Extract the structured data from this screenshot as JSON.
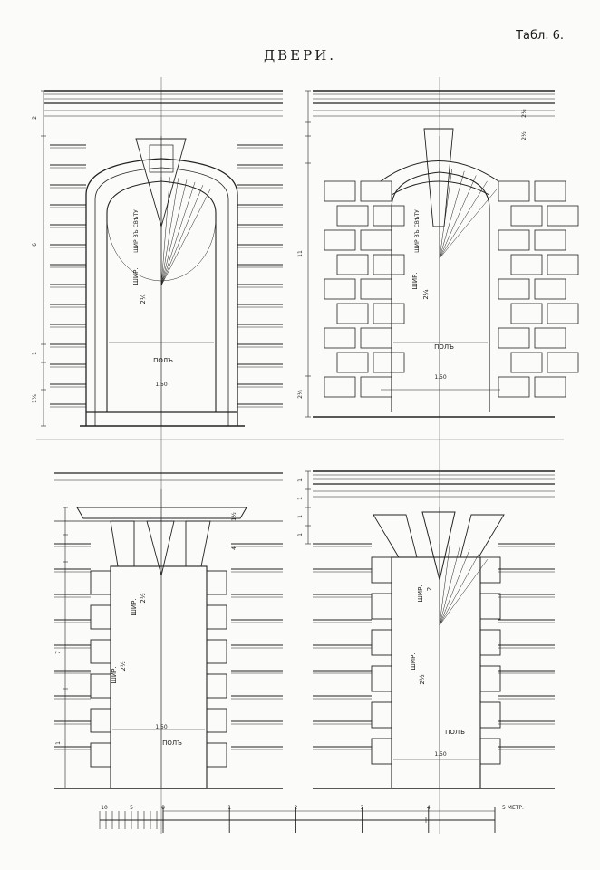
{
  "plate_label": "Табл. 6.",
  "title": "ДВЕРИ.",
  "panels": [
    {
      "id": "tl",
      "arch_label": "ШИР ВЪ СВѢТУ",
      "width_label": "ШИР.",
      "ratio_label": "2¼",
      "floor_label": "ПОЛЪ",
      "span_label": "1.50",
      "dims": [
        "2",
        "6",
        "1",
        "1¼"
      ]
    },
    {
      "id": "tr",
      "arch_label": "ШИР ВЪ СВѢТУ",
      "width_label": "ШИР.",
      "ratio_label": "2¼",
      "floor_label": "ПОЛЪ",
      "span_label": "1.50",
      "dims": [
        "2½",
        "2½",
        "11",
        "2¼"
      ]
    },
    {
      "id": "bl",
      "width_label": "ШИР.",
      "ratio_label": "2½",
      "width_label2": "ШИР.",
      "ratio_label2": "2½",
      "floor_label": "ПОЛЪ",
      "span_label": "1.50",
      "dims": [
        "1½",
        "4",
        "7",
        "1"
      ]
    },
    {
      "id": "br",
      "width_label": "ШИР.",
      "ratio_label": "2",
      "width_label2": "ШИР.",
      "ratio_label2": "2½",
      "floor_label": "ПОЛЪ",
      "span_label": "1.50",
      "dims": [
        "1",
        "1",
        "1",
        "1"
      ]
    }
  ],
  "scale_bar": {
    "labels": [
      "10",
      "5",
      "0",
      "1",
      "2",
      "3",
      "4",
      "5 МЕТР."
    ]
  }
}
